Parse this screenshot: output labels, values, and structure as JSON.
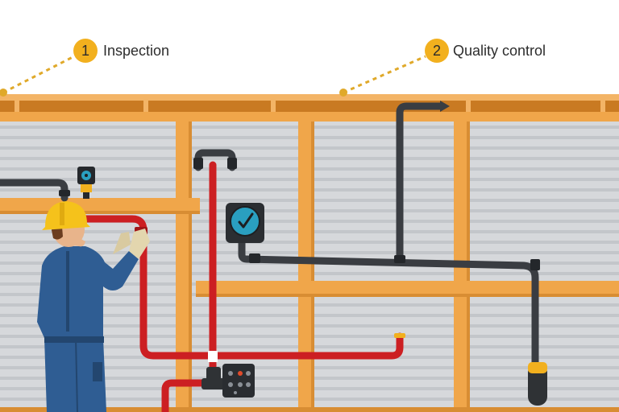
{
  "callouts": [
    {
      "number": "1",
      "label": "Inspection"
    },
    {
      "number": "2",
      "label": "Quality control"
    }
  ],
  "colors": {
    "beam": "#f0a64a",
    "beam_dark": "#c97a22",
    "wall": "#d6d8db",
    "wall_stripe": "#c3c6ca",
    "pipe_red": "#cc1f22",
    "pipe_black": "#3a3d42",
    "gauge_face": "#2a9fc0",
    "helmet": "#f5c21b",
    "uniform": "#2f5d93",
    "callout": "#f2b01e",
    "leader": "#e0a92a"
  }
}
